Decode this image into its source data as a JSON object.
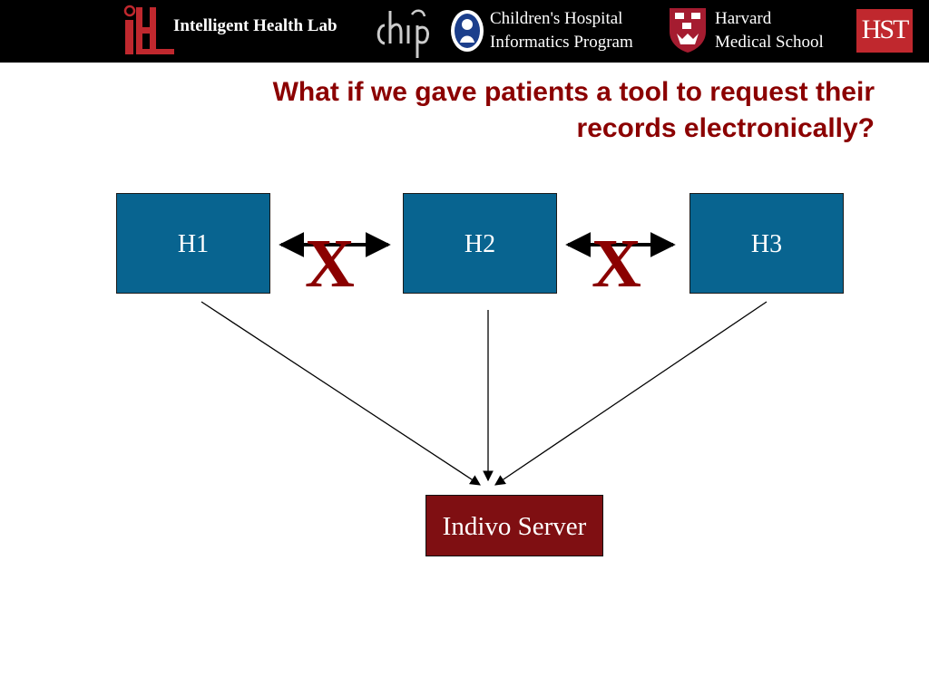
{
  "header": {
    "lab_name": "Intelligent Health Lab",
    "chip_line1": "Children's Hospital",
    "chip_line2": "Informatics Program",
    "hms_line1": "Harvard",
    "hms_line2": "Medical School",
    "hst_logo_text": "HST"
  },
  "slide": {
    "title_line1": "What if we gave patients a tool to request their",
    "title_line2": "records electronically?"
  },
  "diagram": {
    "nodes": {
      "h1": "H1",
      "h2": "H2",
      "h3": "H3",
      "server": "Indivo Server"
    },
    "blocked_mark": "X",
    "colors": {
      "hospital_box": "#086490",
      "server_box": "#7f0f12",
      "title": "#8b0000",
      "x_mark": "#8b0000"
    }
  }
}
